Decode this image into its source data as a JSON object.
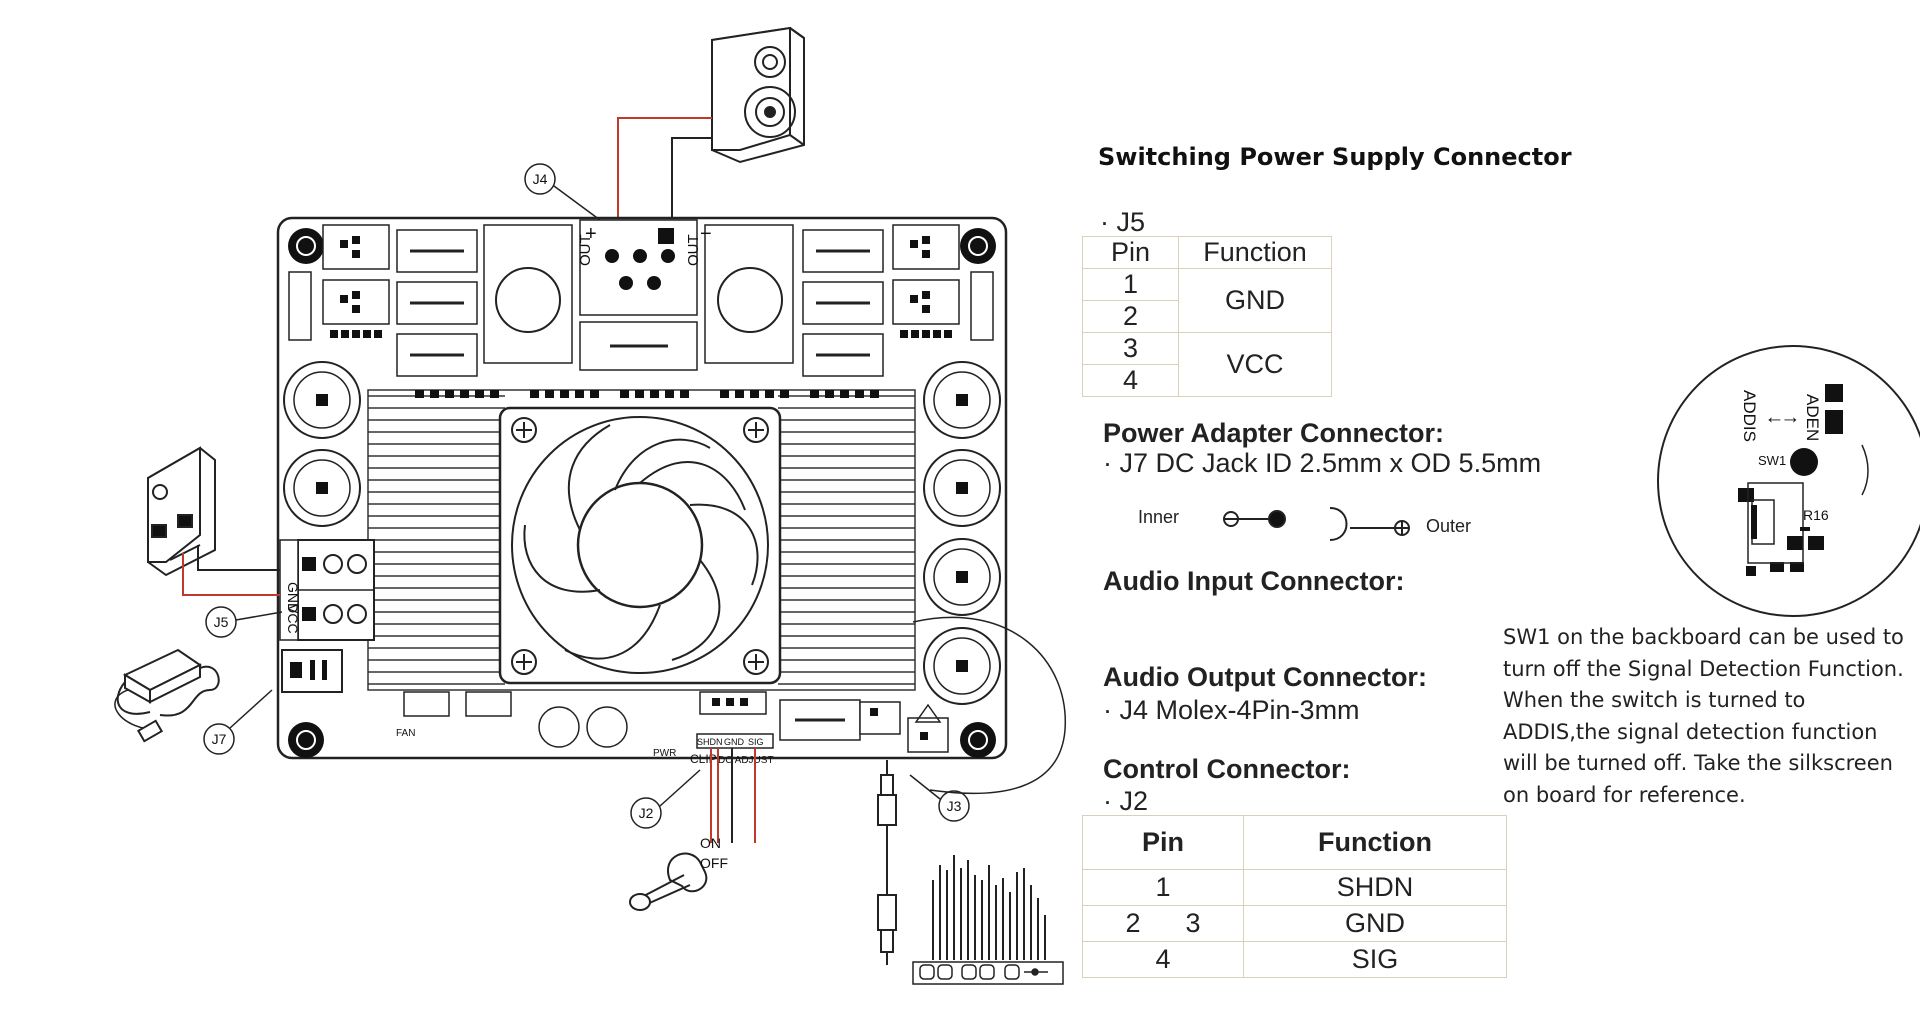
{
  "headings": {
    "switching": "Switching Power Supply Connector",
    "power_adapter": "Power Adapter Connector:",
    "audio_input": "Audio Input Connector:",
    "audio_output": "Audio Output Connector:",
    "control": "Control Connector:"
  },
  "subs": {
    "j5": "· J5",
    "j7": "· J7 DC Jack ID 2.5mm x OD 5.5mm",
    "j4": "· J4 Molex-4Pin-3mm",
    "j2": "· J2"
  },
  "polarity": {
    "inner": "Inner",
    "outer": "Outer"
  },
  "j5_table": {
    "headers": [
      "Pin",
      "Function"
    ],
    "pins": [
      "1",
      "2",
      "3",
      "4"
    ],
    "functions": [
      "GND",
      "VCC"
    ]
  },
  "j2_table": {
    "headers": [
      "Pin",
      "Function"
    ],
    "rows": [
      {
        "pin": "1",
        "function": "SHDN"
      },
      {
        "pin": "2      3",
        "function": "GND"
      },
      {
        "pin": "4",
        "function": "SIG"
      }
    ]
  },
  "note": "SW1  on the backboard can be used to turn off the Signal Detection Function. When the switch is turned to ADDIS,the signal detection function will be turned off. Take the silkscreen on board for reference.",
  "callouts": {
    "j4": "J4",
    "j5": "J5",
    "j7": "J7",
    "j2": "J2",
    "j3": "J3"
  },
  "board_labels": {
    "out_left": "OUT",
    "out_right": "OUT",
    "plus": "+",
    "gnd": "GND",
    "vcc": "VCC",
    "shdn": "SHDN",
    "gnd2": "GND",
    "sig": "SIG",
    "clip": "CLIP",
    "pwr": "PWR",
    "dc_adjust": "DC ADJUST",
    "fan": "FAN",
    "on": "ON",
    "off": "OFF"
  },
  "zoom_labels": {
    "aden": "ADEN",
    "addis": "ADDIS",
    "sw1": "SW1",
    "r16": "R16"
  },
  "colors": {
    "wire_red": "#c0392b",
    "line": "#222222",
    "table_border": "#d9d2b8"
  }
}
